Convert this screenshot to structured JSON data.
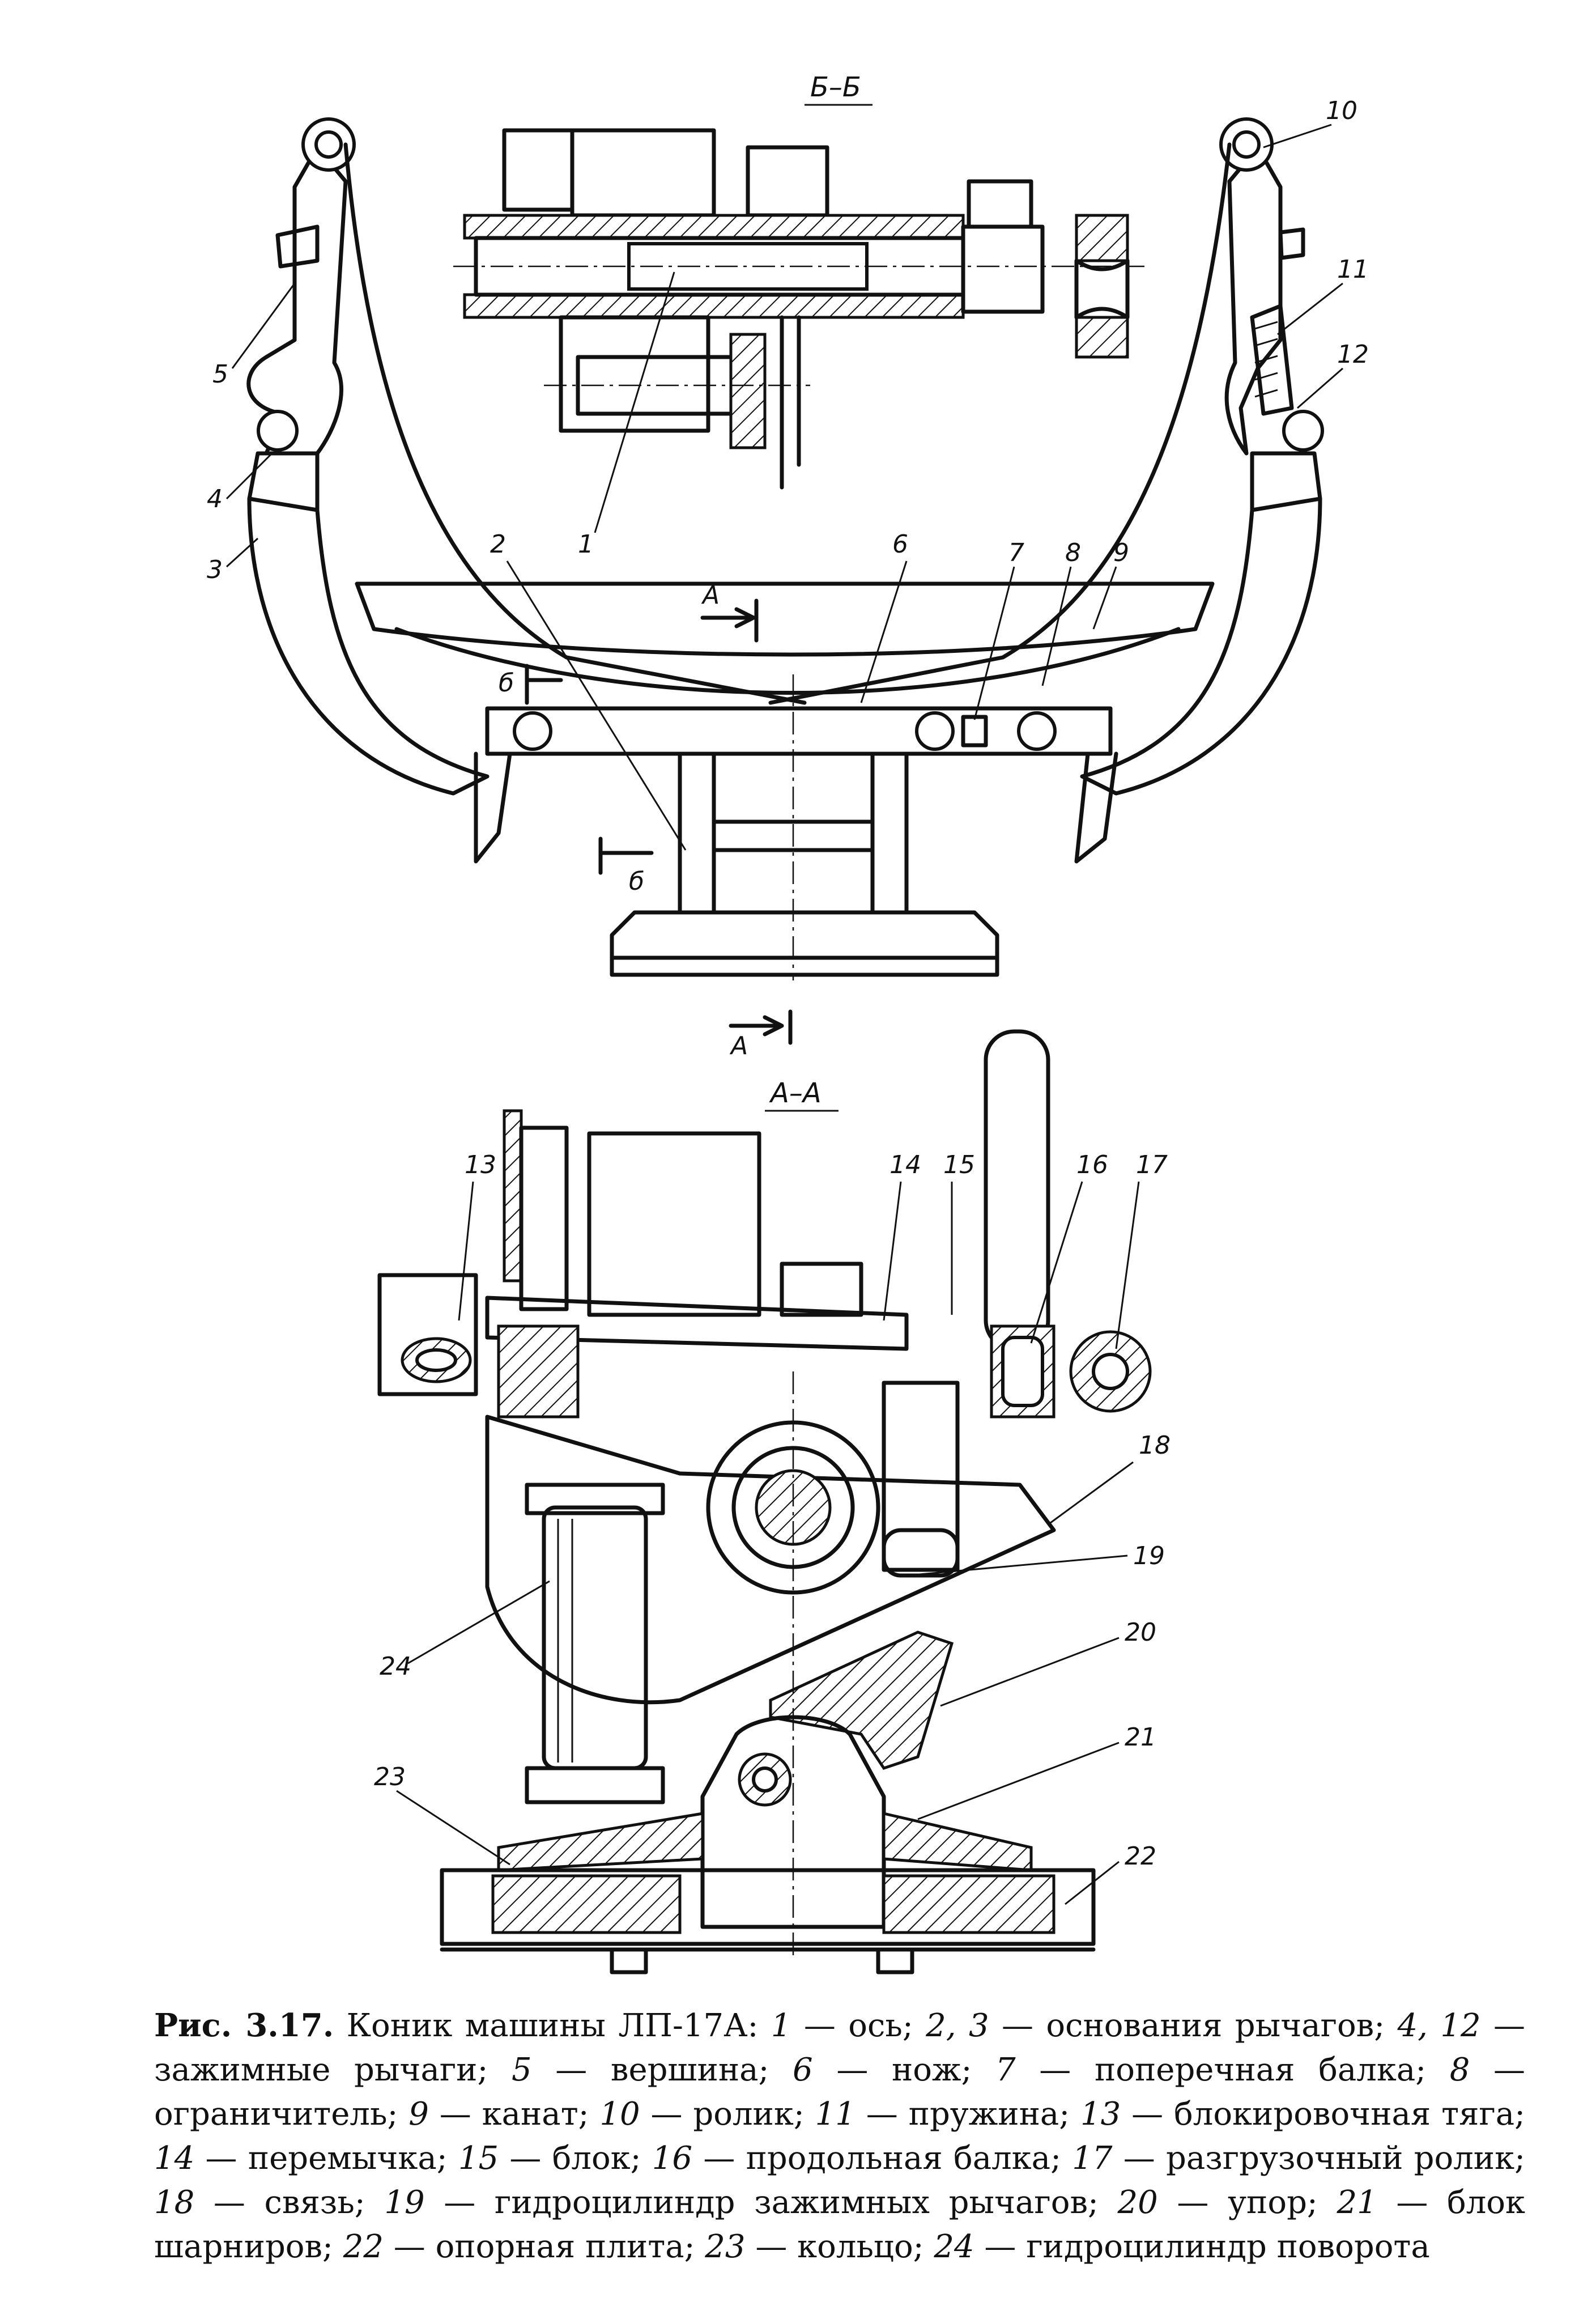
{
  "drawing": {
    "view_b": "Б–Б",
    "view_a": "А–А",
    "section_marks": {
      "a": "А",
      "b": "б"
    },
    "labels": {
      "1": "1",
      "2": "2",
      "3": "3",
      "4": "4",
      "5": "5",
      "6": "6",
      "7": "7",
      "8": "8",
      "9": "9",
      "10": "10",
      "11": "11",
      "12": "12",
      "13": "13",
      "14": "14",
      "15": "15",
      "16": "16",
      "17": "17",
      "18": "18",
      "19": "19",
      "20": "20",
      "21": "21",
      "22": "22",
      "23": "23",
      "24": "24"
    }
  },
  "caption": {
    "figure": "Рис. 3.17.",
    "title": "Коник машины ЛП-17А:",
    "items": [
      {
        "n": "1",
        "t": " — ось; "
      },
      {
        "n": "2, 3",
        "t": " — основания рычагов; "
      },
      {
        "n": "4, 12",
        "t": " — зажимные рычаги; "
      },
      {
        "n": "5",
        "t": " — вершина; "
      },
      {
        "n": "6",
        "t": " — нож; "
      },
      {
        "n": "7",
        "t": " — поперечная балка; "
      },
      {
        "n": "8",
        "t": " — ограничитель; "
      },
      {
        "n": "9",
        "t": " — канат; "
      },
      {
        "n": "10",
        "t": " — ролик; "
      },
      {
        "n": "11",
        "t": " — пружина; "
      },
      {
        "n": "13",
        "t": " — блокировочная тяга; "
      },
      {
        "n": "14",
        "t": " — перемычка; "
      },
      {
        "n": "15",
        "t": " — блок; "
      },
      {
        "n": "16",
        "t": " — продольная балка; "
      },
      {
        "n": "17",
        "t": " — разгрузочный ролик; "
      },
      {
        "n": "18",
        "t": " — связь; "
      },
      {
        "n": "19",
        "t": " — гидроцилиндр зажимных рычагов; "
      },
      {
        "n": "20",
        "t": " — упор; "
      },
      {
        "n": "21",
        "t": " — блок шарниров; "
      },
      {
        "n": "22",
        "t": " — опорная плита; "
      },
      {
        "n": "23",
        "t": " — кольцо; "
      },
      {
        "n": "24",
        "t": " — гидроцилиндр поворота"
      }
    ]
  }
}
